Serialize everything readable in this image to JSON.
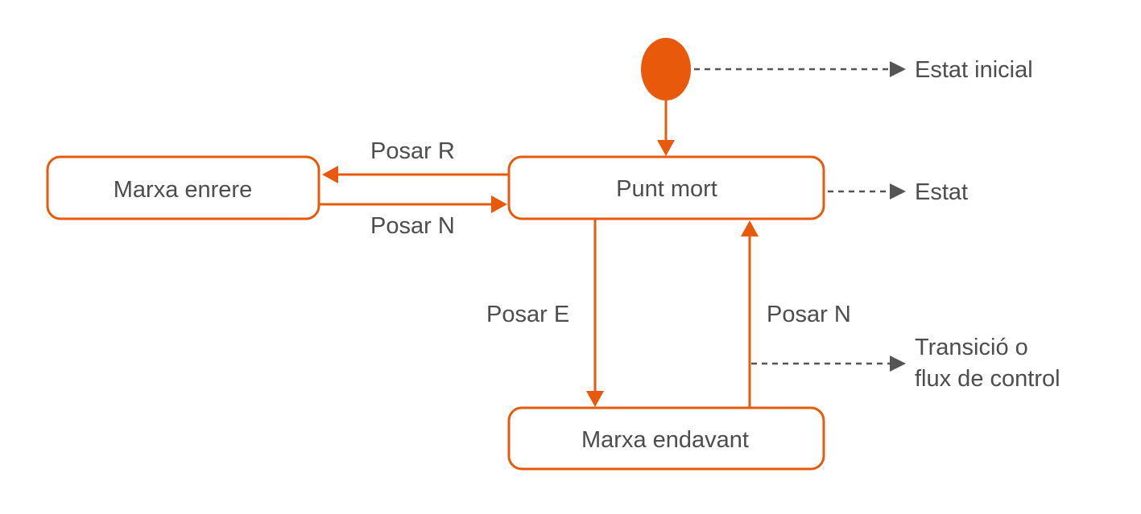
{
  "colors": {
    "accent": "#e8590c",
    "text": "#4d4d4d",
    "legend": "#555555"
  },
  "states": {
    "punt_mort": "Punt mort",
    "marxa_enrere": "Marxa enrere",
    "marxa_endavant": "Marxa endavant"
  },
  "transitions": {
    "posar_r": "Posar R",
    "posar_n_left": "Posar N",
    "posar_e": "Posar E",
    "posar_n_right": "Posar N"
  },
  "legend": {
    "initial_state": "Estat inicial",
    "state": "Estat",
    "transition_line1": "Transició o",
    "transition_line2": "flux de control"
  }
}
